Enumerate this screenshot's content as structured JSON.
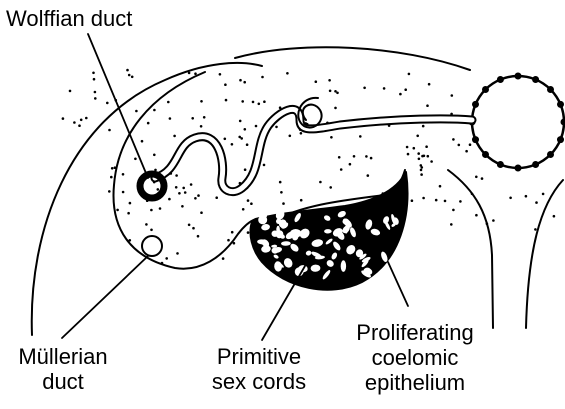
{
  "labels": {
    "wolffian_duct": "Wolffian duct",
    "mullerian_duct": [
      "Müllerian",
      "duct"
    ],
    "primitive_sex_cords": [
      "Primitive",
      "sex cords"
    ],
    "proliferating_coelomic_epithelium": [
      "Proliferating",
      "coelomic",
      "epithelium"
    ]
  },
  "colors": {
    "ink": "#000000",
    "paper": "#ffffff"
  }
}
